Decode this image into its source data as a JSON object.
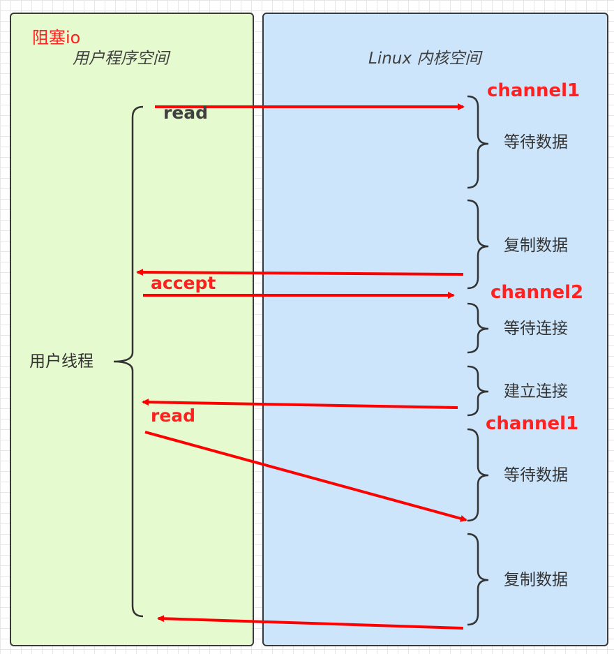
{
  "title": "阻塞io",
  "user_space": {
    "label": "用户程序空间",
    "thread_label": "用户线程",
    "calls": [
      "read",
      "accept",
      "read"
    ]
  },
  "kernel_space": {
    "label": "Linux 内核空间",
    "channels": [
      "channel1",
      "channel2",
      "channel1"
    ],
    "phases": [
      "等待数据",
      "复制数据",
      "等待连接",
      "建立连接",
      "等待数据",
      "复制数据"
    ]
  },
  "colors": {
    "user_bg": "#e6fad0",
    "kernel_bg": "#cce5fb",
    "arrow": "#ff0000",
    "border": "#3a3a3a"
  }
}
